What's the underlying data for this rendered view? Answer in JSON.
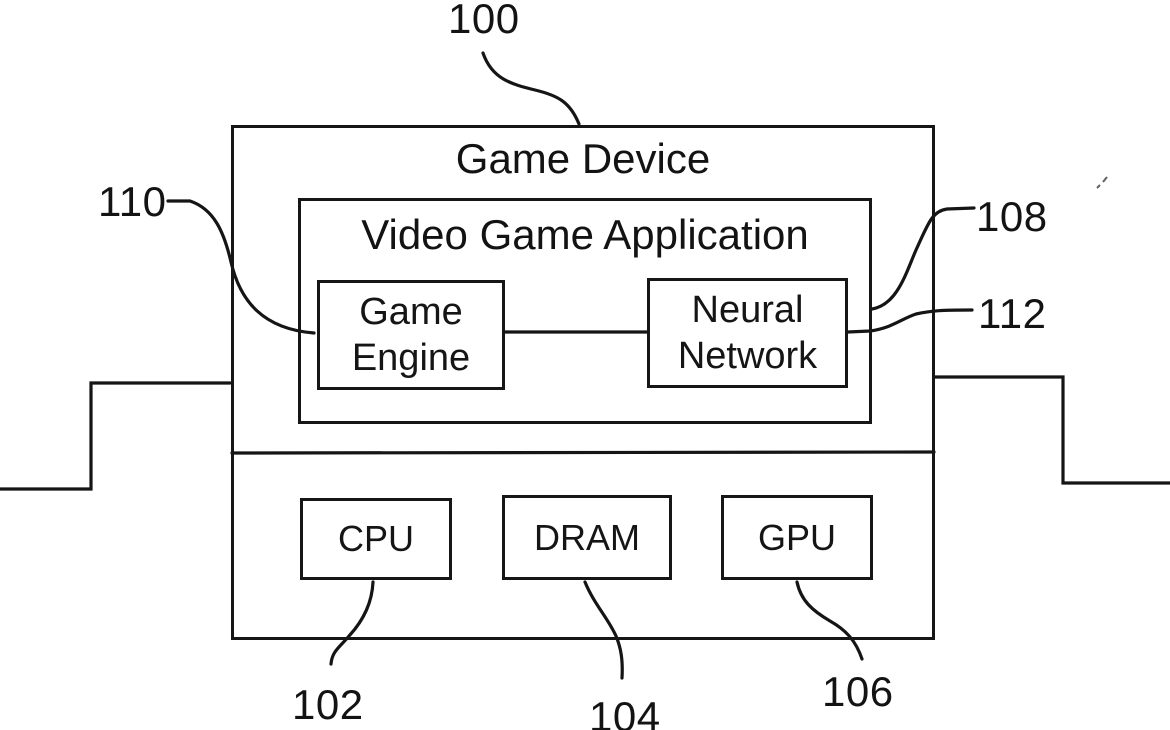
{
  "figure": {
    "type": "patent-block-diagram",
    "boxes": {
      "game_device": {
        "label": "Game Device"
      },
      "video_game_application": {
        "label": "Video Game Application"
      },
      "game_engine": {
        "label": "Game Engine"
      },
      "neural_network": {
        "label": "Neural Network"
      },
      "cpu": {
        "label": "CPU"
      },
      "dram": {
        "label": "DRAM"
      },
      "gpu": {
        "label": "GPU"
      }
    },
    "reference_numerals": {
      "game_device": "100",
      "video_game_application": "108",
      "game_engine": "110",
      "neural_network": "112",
      "cpu": "102",
      "dram": "104",
      "gpu": "106"
    },
    "connections": [
      "game_engine - neural_network",
      "external wire left - game_device",
      "game_device - external wire right"
    ],
    "colors": {
      "ink": "#151515",
      "background": "#ffffff"
    }
  }
}
